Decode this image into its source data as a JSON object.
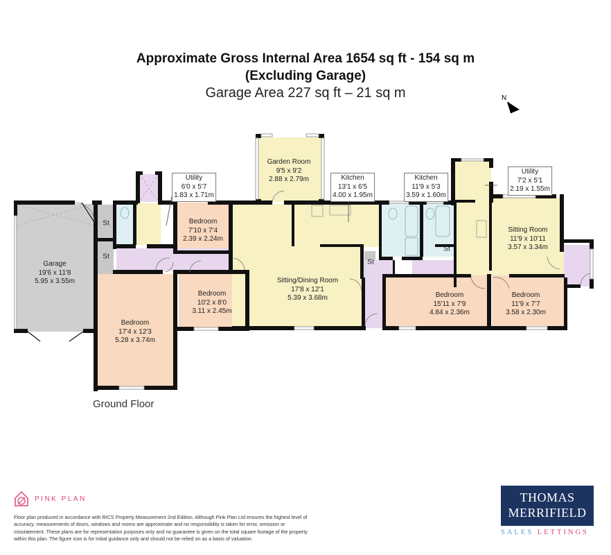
{
  "header": {
    "title_line1": "Approximate Gross Internal Area 1654 sq ft - 154 sq m",
    "title_line2": "(Excluding Garage)",
    "garage_area": "Garage Area 227 sq ft – 21 sq m"
  },
  "compass": {
    "label": "N",
    "icon": "north-arrow-icon"
  },
  "floor_label": "Ground Floor",
  "colors": {
    "bedroom": "#f9d9bf",
    "living": "#f7f1c4",
    "hall": "#e8d6ee",
    "bathroom": "#dff0f3",
    "garage": "#cfcfcf",
    "storage": "#c8c8c8",
    "wall": "#111111",
    "brand_navy": "#1d3461",
    "brand_pink": "#e0427a",
    "brand_blue": "#5aa0c8"
  },
  "rooms": [
    {
      "id": "garage",
      "name": "Garage",
      "imperial": "19'6 x 11'8",
      "metric": "5.95 x 3.55m"
    },
    {
      "id": "bedroom-main",
      "name": "Bedroom",
      "imperial": "17'4 x 12'3",
      "metric": "5.28 x 3.74m"
    },
    {
      "id": "bedroom-small",
      "name": "Bedroom",
      "imperial": "7'10 x 7'4",
      "metric": "2.39 x 2.24m"
    },
    {
      "id": "bedroom-3",
      "name": "Bedroom",
      "imperial": "10'2 x 8'0",
      "metric": "3.11 x 2.45m"
    },
    {
      "id": "utility-1",
      "name": "Utility",
      "imperial": "6'0 x 5'7",
      "metric": "1.83 x 1.71m"
    },
    {
      "id": "garden-room",
      "name": "Garden Room",
      "imperial": "9'5 x 9'2",
      "metric": "2.88 x 2.79m"
    },
    {
      "id": "kitchen-1",
      "name": "Kitchen",
      "imperial": "13'1 x 6'5",
      "metric": "4.00 x 1.95m"
    },
    {
      "id": "sitting-dining",
      "name": "Sitting/Dining Room",
      "imperial": "17'8 x 12'1",
      "metric": "5.39 x 3.68m"
    },
    {
      "id": "kitchen-2",
      "name": "Kitchen",
      "imperial": "11'9 x 5'3",
      "metric": "3.59 x 1.60m"
    },
    {
      "id": "utility-2",
      "name": "Utility",
      "imperial": "7'2 x 5'1",
      "metric": "2.19 x 1.55m"
    },
    {
      "id": "sitting-room",
      "name": "Sitting Room",
      "imperial": "11'9 x 10'11",
      "metric": "3.57 x 3.34m"
    },
    {
      "id": "bedroom-4",
      "name": "Bedroom",
      "imperial": "15'11 x 7'9",
      "metric": "4.84 x 2.36m"
    },
    {
      "id": "bedroom-5",
      "name": "Bedroom",
      "imperial": "11'9 x 7'7",
      "metric": "3.58 x 2.30m"
    }
  ],
  "storage_label": "St",
  "footer": {
    "pink_plan": "PINK PLAN",
    "disclaimer": "Floor plan produced in accordance with RICS Property Measurement 2nd Edition. Although Pink Plan Ltd ensures the highest level of accuracy, measurements of doors, windows and rooms are approximate and no responsibility is taken for error, omission or misstatement. These plans are for representation purposes only and no guarantee is given on the total square footage of the property within this plan. The figure icon is for initial guidance only and should not be relied on as a basis of valuation.",
    "agent_line1": "THOMAS",
    "agent_line2": "MERRIFIELD",
    "agent_sales": "SALES",
    "agent_lettings": "LETTINGS"
  }
}
